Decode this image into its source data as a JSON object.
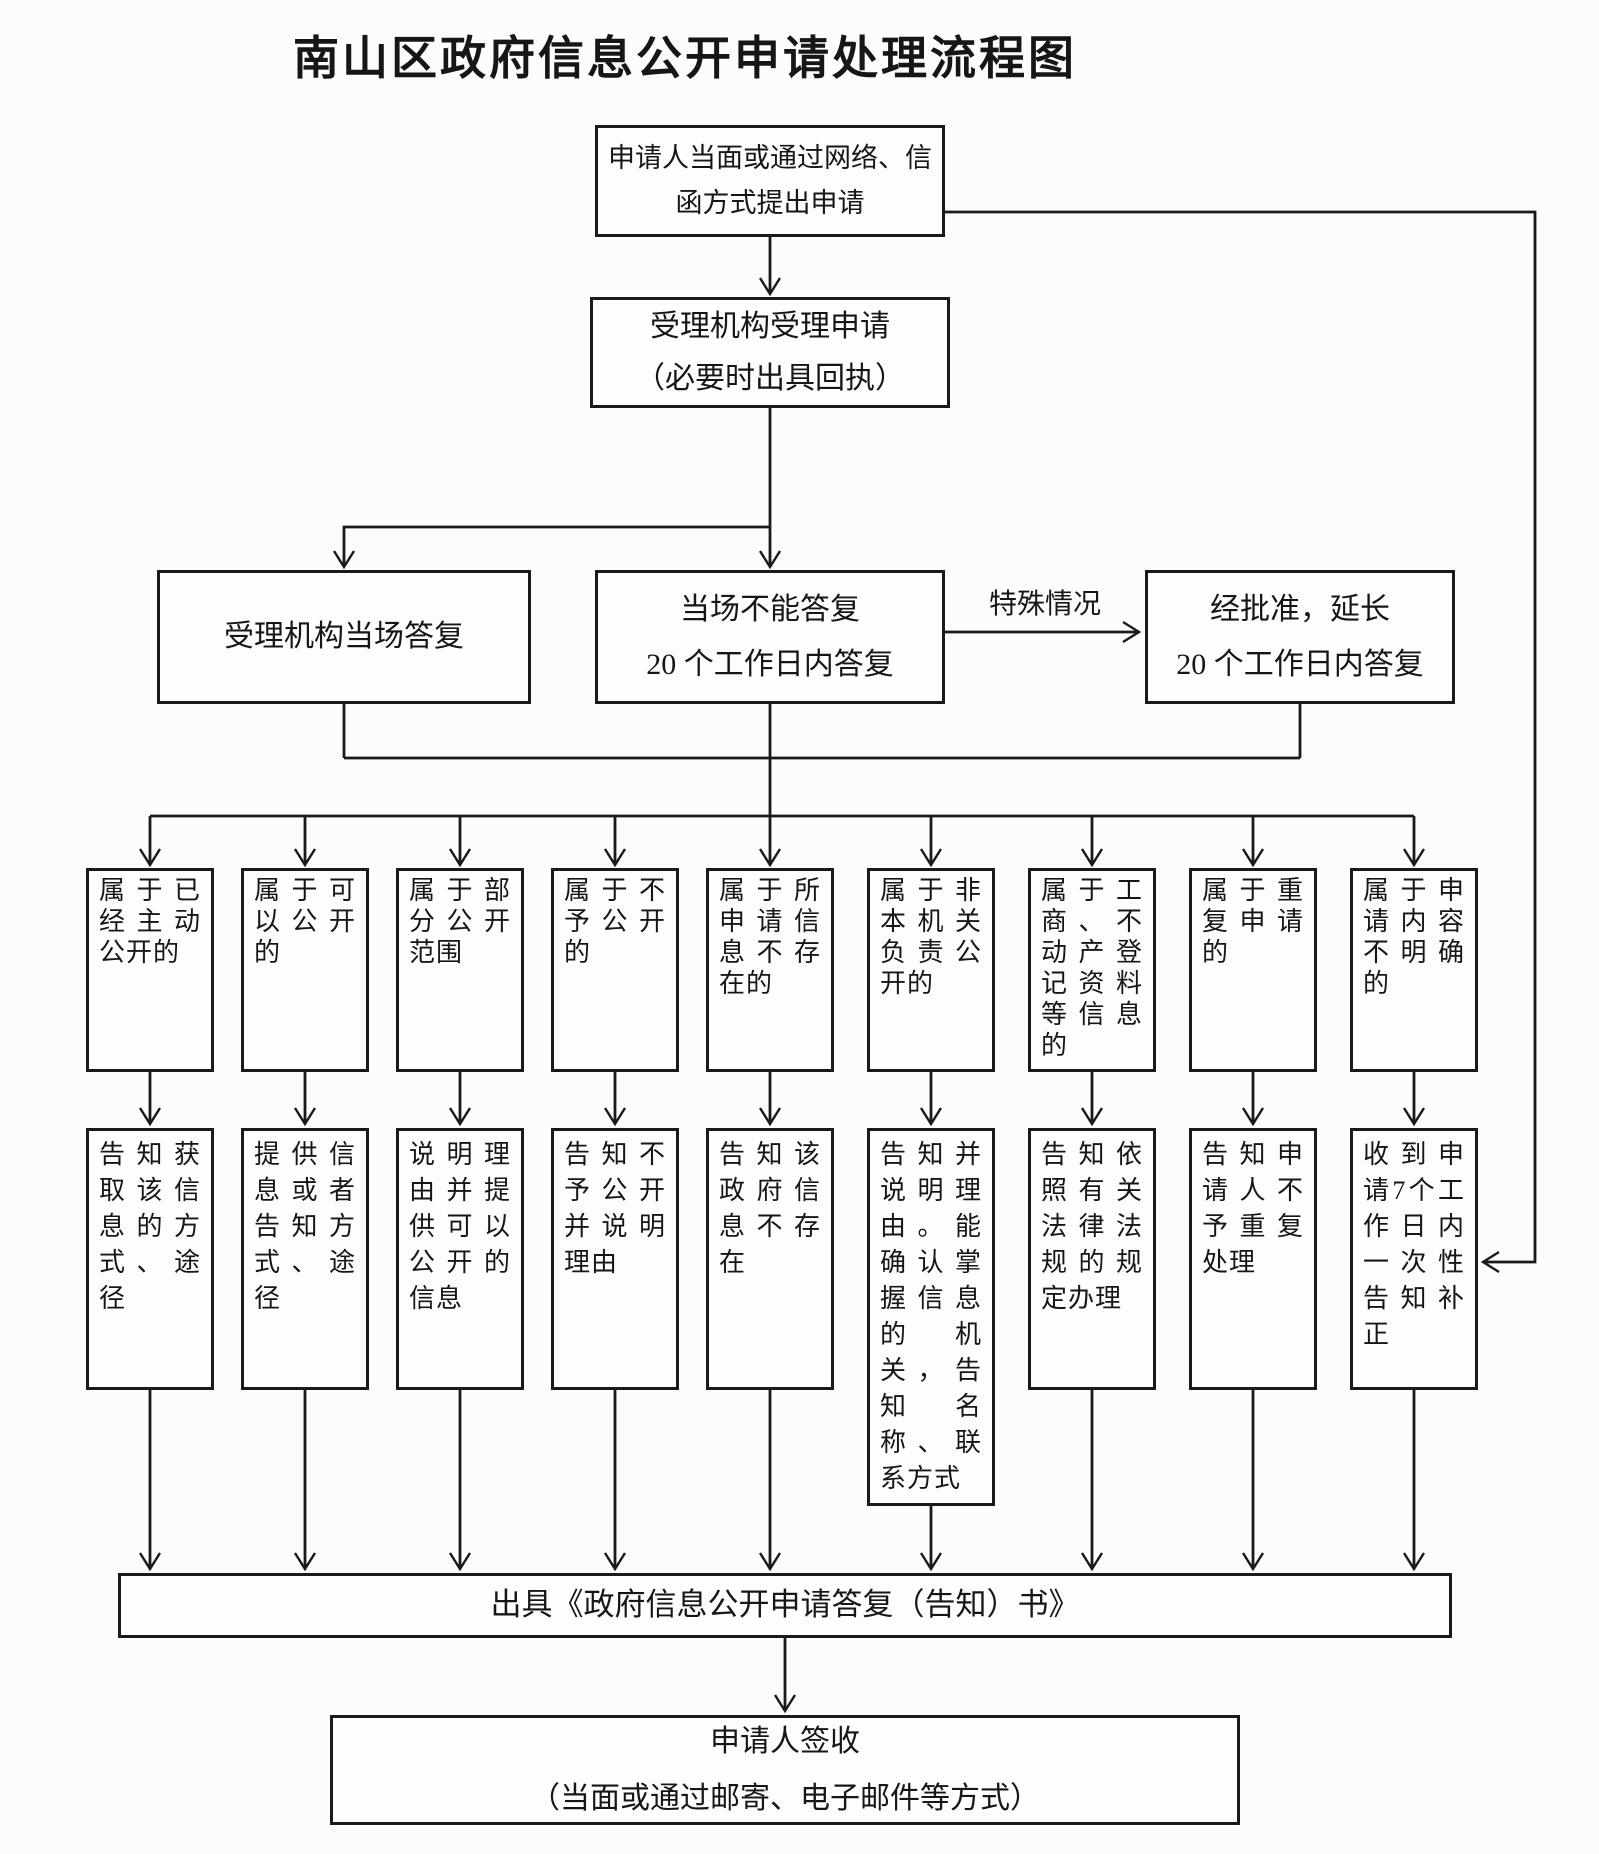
{
  "title": "南山区政府信息公开申请处理流程图",
  "flow": {
    "apply_line1": "申请人当面或通过网络、信",
    "apply_line2": "函方式提出申请",
    "accept_line1": "受理机构受理申请",
    "accept_line2": "（必要时出具回执）",
    "onsite_reply": "受理机构当场答复",
    "deferred_line1": "当场不能答复",
    "deferred_line2": "20 个工作日内答复",
    "special_case_label": "特殊情况",
    "extended_line1": "经批准，延长",
    "extended_line2": "20 个工作日内答复",
    "categories": [
      "属于已经主动公开的",
      "属于可以公开的",
      "属于部分公开范围",
      "属于不予公开的",
      "属于所申请信息不存在的",
      "属于非本机关负责公开的",
      "属于工商、不动产登记资料等信息的",
      "属于重复申请的",
      "属于申请内容不明确的"
    ],
    "actions": [
      "告知获取该信息的方式、途径",
      "提供信息或者告知方式、途径",
      "说明理由并提供可以公开的信息",
      "告知不予公开并说明理由",
      "告知该政府信息不存在",
      "告知并说明理由。能确认掌握信息的机关，告知名称、联系方式",
      "告知依照有关法律法规的规定办理",
      "告知申请人不予重复处理",
      "收到申请7个工作日内一次性告知补正"
    ],
    "issue_doc": "出具《政府信息公开申请答复（告知）书》",
    "sign_line1": "申请人签收",
    "sign_line2": "（当面或通过邮寄、电子邮件等方式）"
  },
  "colors": {
    "line": "#1a1a1a",
    "background": "#fcfcfc",
    "text": "#161616"
  }
}
